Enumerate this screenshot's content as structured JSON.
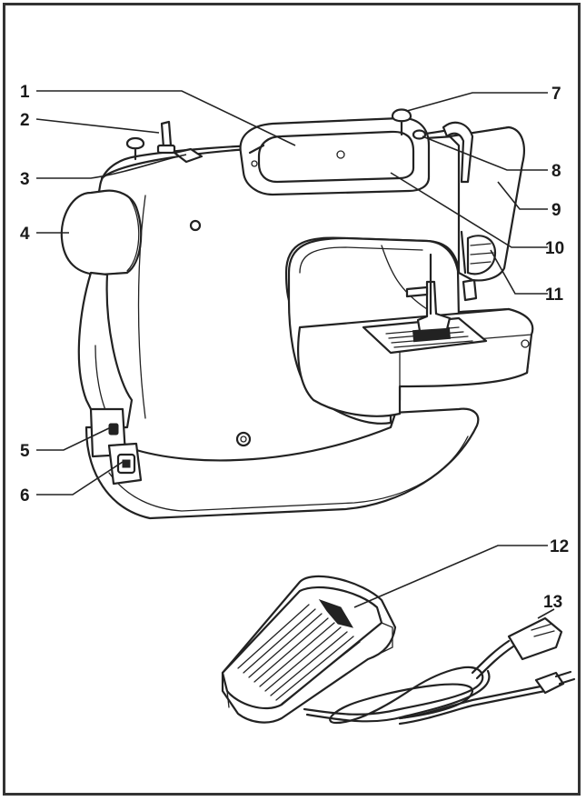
{
  "callouts": [
    {
      "id": "1",
      "label": "1"
    },
    {
      "id": "2",
      "label": "2"
    },
    {
      "id": "3",
      "label": "3"
    },
    {
      "id": "4",
      "label": "4"
    },
    {
      "id": "5",
      "label": "5"
    },
    {
      "id": "6",
      "label": "6"
    },
    {
      "id": "7",
      "label": "7"
    },
    {
      "id": "8",
      "label": "8"
    },
    {
      "id": "9",
      "label": "9"
    },
    {
      "id": "10",
      "label": "10"
    },
    {
      "id": "11",
      "label": "11"
    },
    {
      "id": "12",
      "label": "12"
    },
    {
      "id": "13",
      "label": "13"
    }
  ],
  "colors": {
    "ink": "#222222",
    "paper": "#ffffff"
  }
}
